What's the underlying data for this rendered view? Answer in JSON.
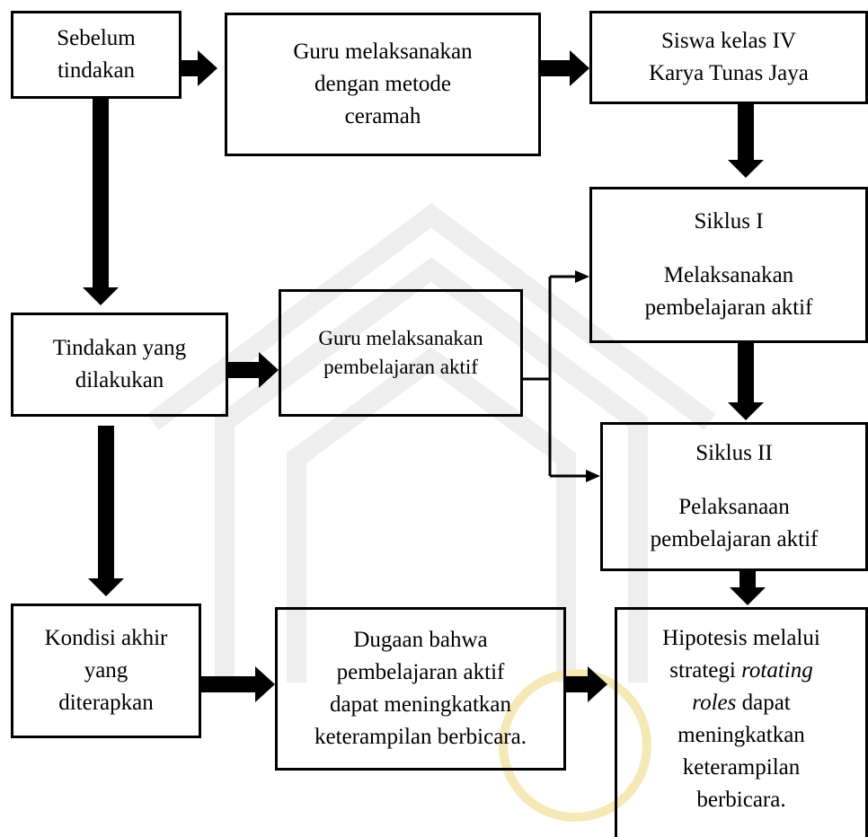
{
  "diagram": {
    "colors": {
      "stroke": "#000000",
      "watermark": "#eeeeee",
      "seal": "#f5e9b8"
    },
    "nodes": {
      "sebelum": {
        "line1": "Sebelum",
        "line2": "tindakan"
      },
      "guru_ceramah": {
        "line1": "Guru melaksanakan",
        "line2": "dengan metode",
        "line3": "ceramah"
      },
      "siswa": {
        "line1": "Siswa kelas IV",
        "line2": "Karya Tunas Jaya"
      },
      "siklus1": {
        "title": "Siklus I",
        "line1": "Melaksanakan",
        "line2": "pembelajaran aktif"
      },
      "tindakan": {
        "line1": "Tindakan yang",
        "line2": "dilakukan"
      },
      "guru_aktif": {
        "line1": "Guru melaksanakan",
        "line2": "pembelajaran aktif"
      },
      "siklus2": {
        "title": "Siklus II",
        "line1": "Pelaksanaan",
        "line2": "pembelajaran aktif"
      },
      "kondisi": {
        "line1": "Kondisi akhir",
        "line2": "yang",
        "line3": "diterapkan"
      },
      "dugaan": {
        "line1": "Dugaan bahwa",
        "line2": "pembelajaran aktif",
        "line3": "dapat meningkatkan",
        "line4": "keterampilan berbicara."
      },
      "hipotesis": {
        "line1": "Hipotesis melalui",
        "line2_a": "strategi ",
        "line2_b": "rotating",
        "line3_a": "roles",
        "line3_b": " dapat",
        "line4": "meningkatkan",
        "line5": "keterampilan",
        "line6": "berbicara."
      }
    }
  }
}
